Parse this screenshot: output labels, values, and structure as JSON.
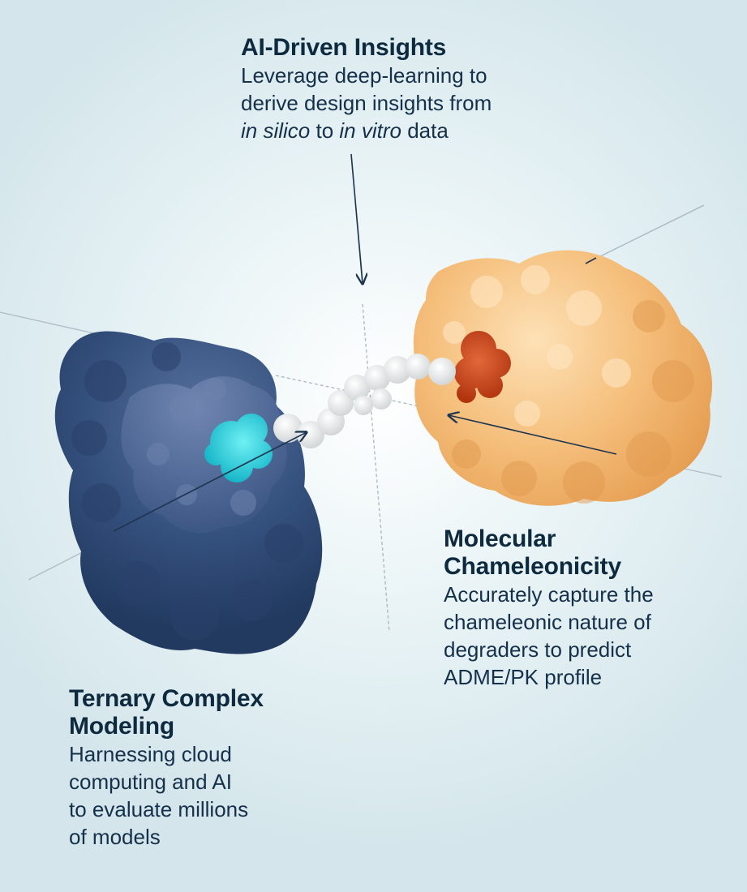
{
  "callouts": {
    "ai_insights": {
      "title": "AI-Driven Insights",
      "line1": "Leverage deep-learning to",
      "line2": "derive design insights from",
      "line3_italic_a": "in silico",
      "line3_mid": " to ",
      "line3_italic_b": "in vitro",
      "line3_end": " data"
    },
    "chameleonicity": {
      "title_line1": "Molecular",
      "title_line2": "Chameleonicity",
      "line1": "Accurately capture the",
      "line2": "chameleonic nature of",
      "line3": "degraders to predict",
      "line4": "ADME/PK profile"
    },
    "ternary": {
      "title_line1": "Ternary Complex",
      "title_line2": "Modeling",
      "line1": "Harnessing cloud",
      "line2": "computing and AI",
      "line3": "to evaluate millions",
      "line4": "of models"
    }
  },
  "colors": {
    "background": "#dbeaee",
    "text": "#0e2a3f",
    "blue_protein": "#2e4670",
    "orange_protein": "#f1b46c",
    "cyan_ligand": "#2fd3e0",
    "red_ligand": "#c9431a",
    "linker": "#e6e8e8"
  },
  "illustration": {
    "left_protein": "blue-protein-surface",
    "right_protein": "orange-protein-surface",
    "linker": "white-linker-chain"
  }
}
